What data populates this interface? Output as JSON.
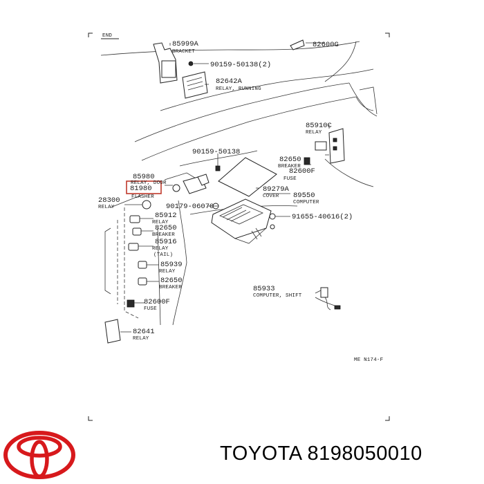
{
  "diagram": {
    "corner_label": "END",
    "figure_code": "ME N174-F",
    "highlight_color": "#c0392b",
    "callouts": [
      {
        "id": "c01",
        "number": "85999A",
        "name": "BRACKET"
      },
      {
        "id": "c02",
        "number": "90159-50138(2)",
        "name": ""
      },
      {
        "id": "c03",
        "number": "82600G",
        "name": ""
      },
      {
        "id": "c04",
        "number": "82642A",
        "name": "RELAY, RUNNING"
      },
      {
        "id": "c05",
        "number": "85910C",
        "name": "RELAY"
      },
      {
        "id": "c06",
        "number": "90159-50138",
        "name": ""
      },
      {
        "id": "c07",
        "number": "82650",
        "name": "BREAKER"
      },
      {
        "id": "c08",
        "number": "82600F",
        "name": "FUSE"
      },
      {
        "id": "c09",
        "number": "85980",
        "name": "RELAY, DOOR"
      },
      {
        "id": "c10",
        "number": "81980",
        "name": "FLASHER"
      },
      {
        "id": "c11",
        "number": "89279A",
        "name": "COVER"
      },
      {
        "id": "c12",
        "number": "89550",
        "name": "COMPUTER"
      },
      {
        "id": "c13",
        "number": "28300",
        "name": "RELAY"
      },
      {
        "id": "c14",
        "number": "90179-06070",
        "name": ""
      },
      {
        "id": "c15",
        "number": "91655-40616(2)",
        "name": ""
      },
      {
        "id": "c16",
        "number": "85912",
        "name": "RELAY"
      },
      {
        "id": "c17",
        "number": "82650",
        "name": "BREAKER"
      },
      {
        "id": "c18",
        "number": "85916",
        "name": "RELAY"
      },
      {
        "id": "c19",
        "number": "(TAIL)",
        "name": ""
      },
      {
        "id": "c20",
        "number": "85939",
        "name": "RELAY"
      },
      {
        "id": "c21",
        "number": "82650",
        "name": "BREAKER"
      },
      {
        "id": "c22",
        "number": "85933",
        "name": "COMPUTER, SHIFT"
      },
      {
        "id": "c23",
        "number": "82600F",
        "name": "FUSE"
      },
      {
        "id": "c24",
        "number": "82641",
        "name": "RELAY"
      }
    ]
  },
  "footer": {
    "brand": "TOYOTA",
    "part_number": "8198050010",
    "logo_color": "#d7191c"
  }
}
